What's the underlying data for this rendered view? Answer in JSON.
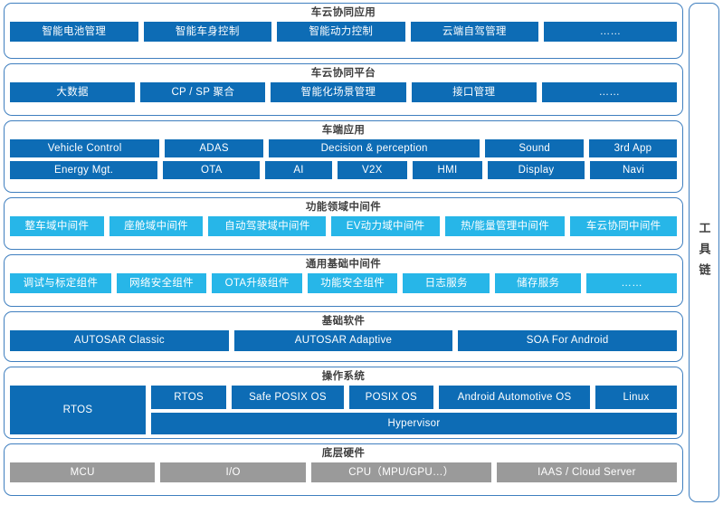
{
  "colors": {
    "panel_border": "#3f7fbf",
    "box_blue": "#0d6cb5",
    "box_cyan": "#27b6e8",
    "box_gray": "#9a9a9a",
    "title_text": "#3f3f3f"
  },
  "toolchain": {
    "label": "工具链"
  },
  "panels": [
    {
      "id": "cloud-vehicle-collaborative-application",
      "title": "车云协同应用",
      "rows": [
        {
          "items": [
            {
              "label": "智能电池管理",
              "color": "blue",
              "flex": 1.25
            },
            {
              "label": "智能车身控制",
              "color": "blue",
              "flex": 1.25
            },
            {
              "label": "智能动力控制",
              "color": "blue",
              "flex": 1.25
            },
            {
              "label": "云端自驾管理",
              "color": "blue",
              "flex": 1.25
            },
            {
              "label": "……",
              "color": "blue",
              "flex": 1.3
            }
          ]
        }
      ]
    },
    {
      "id": "cloud-vehicle-collaborative-platform",
      "title": "车云协同平台",
      "rows": [
        {
          "items": [
            {
              "label": "大数据",
              "color": "blue",
              "flex": 1.2
            },
            {
              "label": "CP / SP 聚合",
              "color": "blue",
              "flex": 1.2
            },
            {
              "label": "智能化场景管理",
              "color": "blue",
              "flex": 1.3
            },
            {
              "label": "接口管理",
              "color": "blue",
              "flex": 1.2
            },
            {
              "label": "……",
              "color": "blue",
              "flex": 1.3
            }
          ]
        }
      ]
    },
    {
      "id": "vehicle-side-application",
      "title": "车端应用",
      "rows": [
        {
          "items": [
            {
              "label": "Vehicle Control",
              "color": "blue",
              "flex": 2.1
            },
            {
              "label": "ADAS",
              "color": "blue",
              "flex": 1.35
            },
            {
              "label": "Decision & perception",
              "color": "blue",
              "flex": 3.0
            },
            {
              "label": "Sound",
              "color": "blue",
              "flex": 1.35
            },
            {
              "label": "3rd App",
              "color": "blue",
              "flex": 1.2
            }
          ]
        },
        {
          "items": [
            {
              "label": "Energy Mgt.",
              "color": "blue",
              "flex": 2.1
            },
            {
              "label": "OTA",
              "color": "blue",
              "flex": 1.35
            },
            {
              "label": "AI",
              "color": "blue",
              "flex": 0.9
            },
            {
              "label": "V2X",
              "color": "blue",
              "flex": 0.95
            },
            {
              "label": "HMI",
              "color": "blue",
              "flex": 0.95
            },
            {
              "label": "Display",
              "color": "blue",
              "flex": 1.35
            },
            {
              "label": "Navi",
              "color": "blue",
              "flex": 1.2
            }
          ]
        }
      ]
    },
    {
      "id": "functional-domain-middleware",
      "title": "功能领域中间件",
      "rows": [
        {
          "items": [
            {
              "label": "整车域中间件",
              "color": "cyan",
              "flex": 1.12
            },
            {
              "label": "座舱域中间件",
              "color": "cyan",
              "flex": 1.12
            },
            {
              "label": "自动驾驶域中间件",
              "color": "cyan",
              "flex": 1.42
            },
            {
              "label": "EV动力域中间件",
              "color": "cyan",
              "flex": 1.3
            },
            {
              "label": "热/能量管理中间件",
              "color": "cyan",
              "flex": 1.45
            },
            {
              "label": "车云协同中间件",
              "color": "cyan",
              "flex": 1.28
            }
          ]
        }
      ]
    },
    {
      "id": "common-basic-middleware",
      "title": "通用基础中间件",
      "rows": [
        {
          "items": [
            {
              "label": "调试与标定组件",
              "color": "cyan",
              "flex": 1.3
            },
            {
              "label": "网络安全组件",
              "color": "cyan",
              "flex": 1.15
            },
            {
              "label": "OTA升级组件",
              "color": "cyan",
              "flex": 1.15
            },
            {
              "label": "功能安全组件",
              "color": "cyan",
              "flex": 1.15
            },
            {
              "label": "日志服务",
              "color": "cyan",
              "flex": 1.1
            },
            {
              "label": "储存服务",
              "color": "cyan",
              "flex": 1.1
            },
            {
              "label": "……",
              "color": "cyan",
              "flex": 1.15
            }
          ]
        }
      ]
    },
    {
      "id": "basic-software",
      "title": "基础软件",
      "rows": [
        {
          "items": [
            {
              "label": "AUTOSAR Classic",
              "color": "blue",
              "flex": 1
            },
            {
              "label": "AUTOSAR Adaptive",
              "color": "blue",
              "flex": 1
            },
            {
              "label": "SOA For Android",
              "color": "blue",
              "flex": 1
            }
          ]
        }
      ]
    },
    {
      "id": "operating-system",
      "title": "操作系统",
      "os_left": {
        "label": "RTOS",
        "color": "blue"
      },
      "os_top_row": [
        {
          "label": "RTOS",
          "color": "blue",
          "flex": 1.15
        },
        {
          "label": "Safe POSIX OS",
          "color": "blue",
          "flex": 1.75
        },
        {
          "label": "POSIX OS",
          "color": "blue",
          "flex": 1.3
        },
        {
          "label": "Android Automotive OS",
          "color": "blue",
          "flex": 2.4
        },
        {
          "label": "Linux",
          "color": "blue",
          "flex": 1.25
        }
      ],
      "os_hypervisor": {
        "label": "Hypervisor",
        "color": "blue"
      }
    },
    {
      "id": "underlying-hardware",
      "title": "底层硬件",
      "rows": [
        {
          "items": [
            {
              "label": "MCU",
              "color": "gray",
              "flex": 1
            },
            {
              "label": "I/O",
              "color": "gray",
              "flex": 1
            },
            {
              "label": "CPU（MPU/GPU…）",
              "color": "gray",
              "flex": 1.25
            },
            {
              "label": "IAAS / Cloud Server",
              "color": "gray",
              "flex": 1.25
            }
          ]
        }
      ]
    }
  ]
}
